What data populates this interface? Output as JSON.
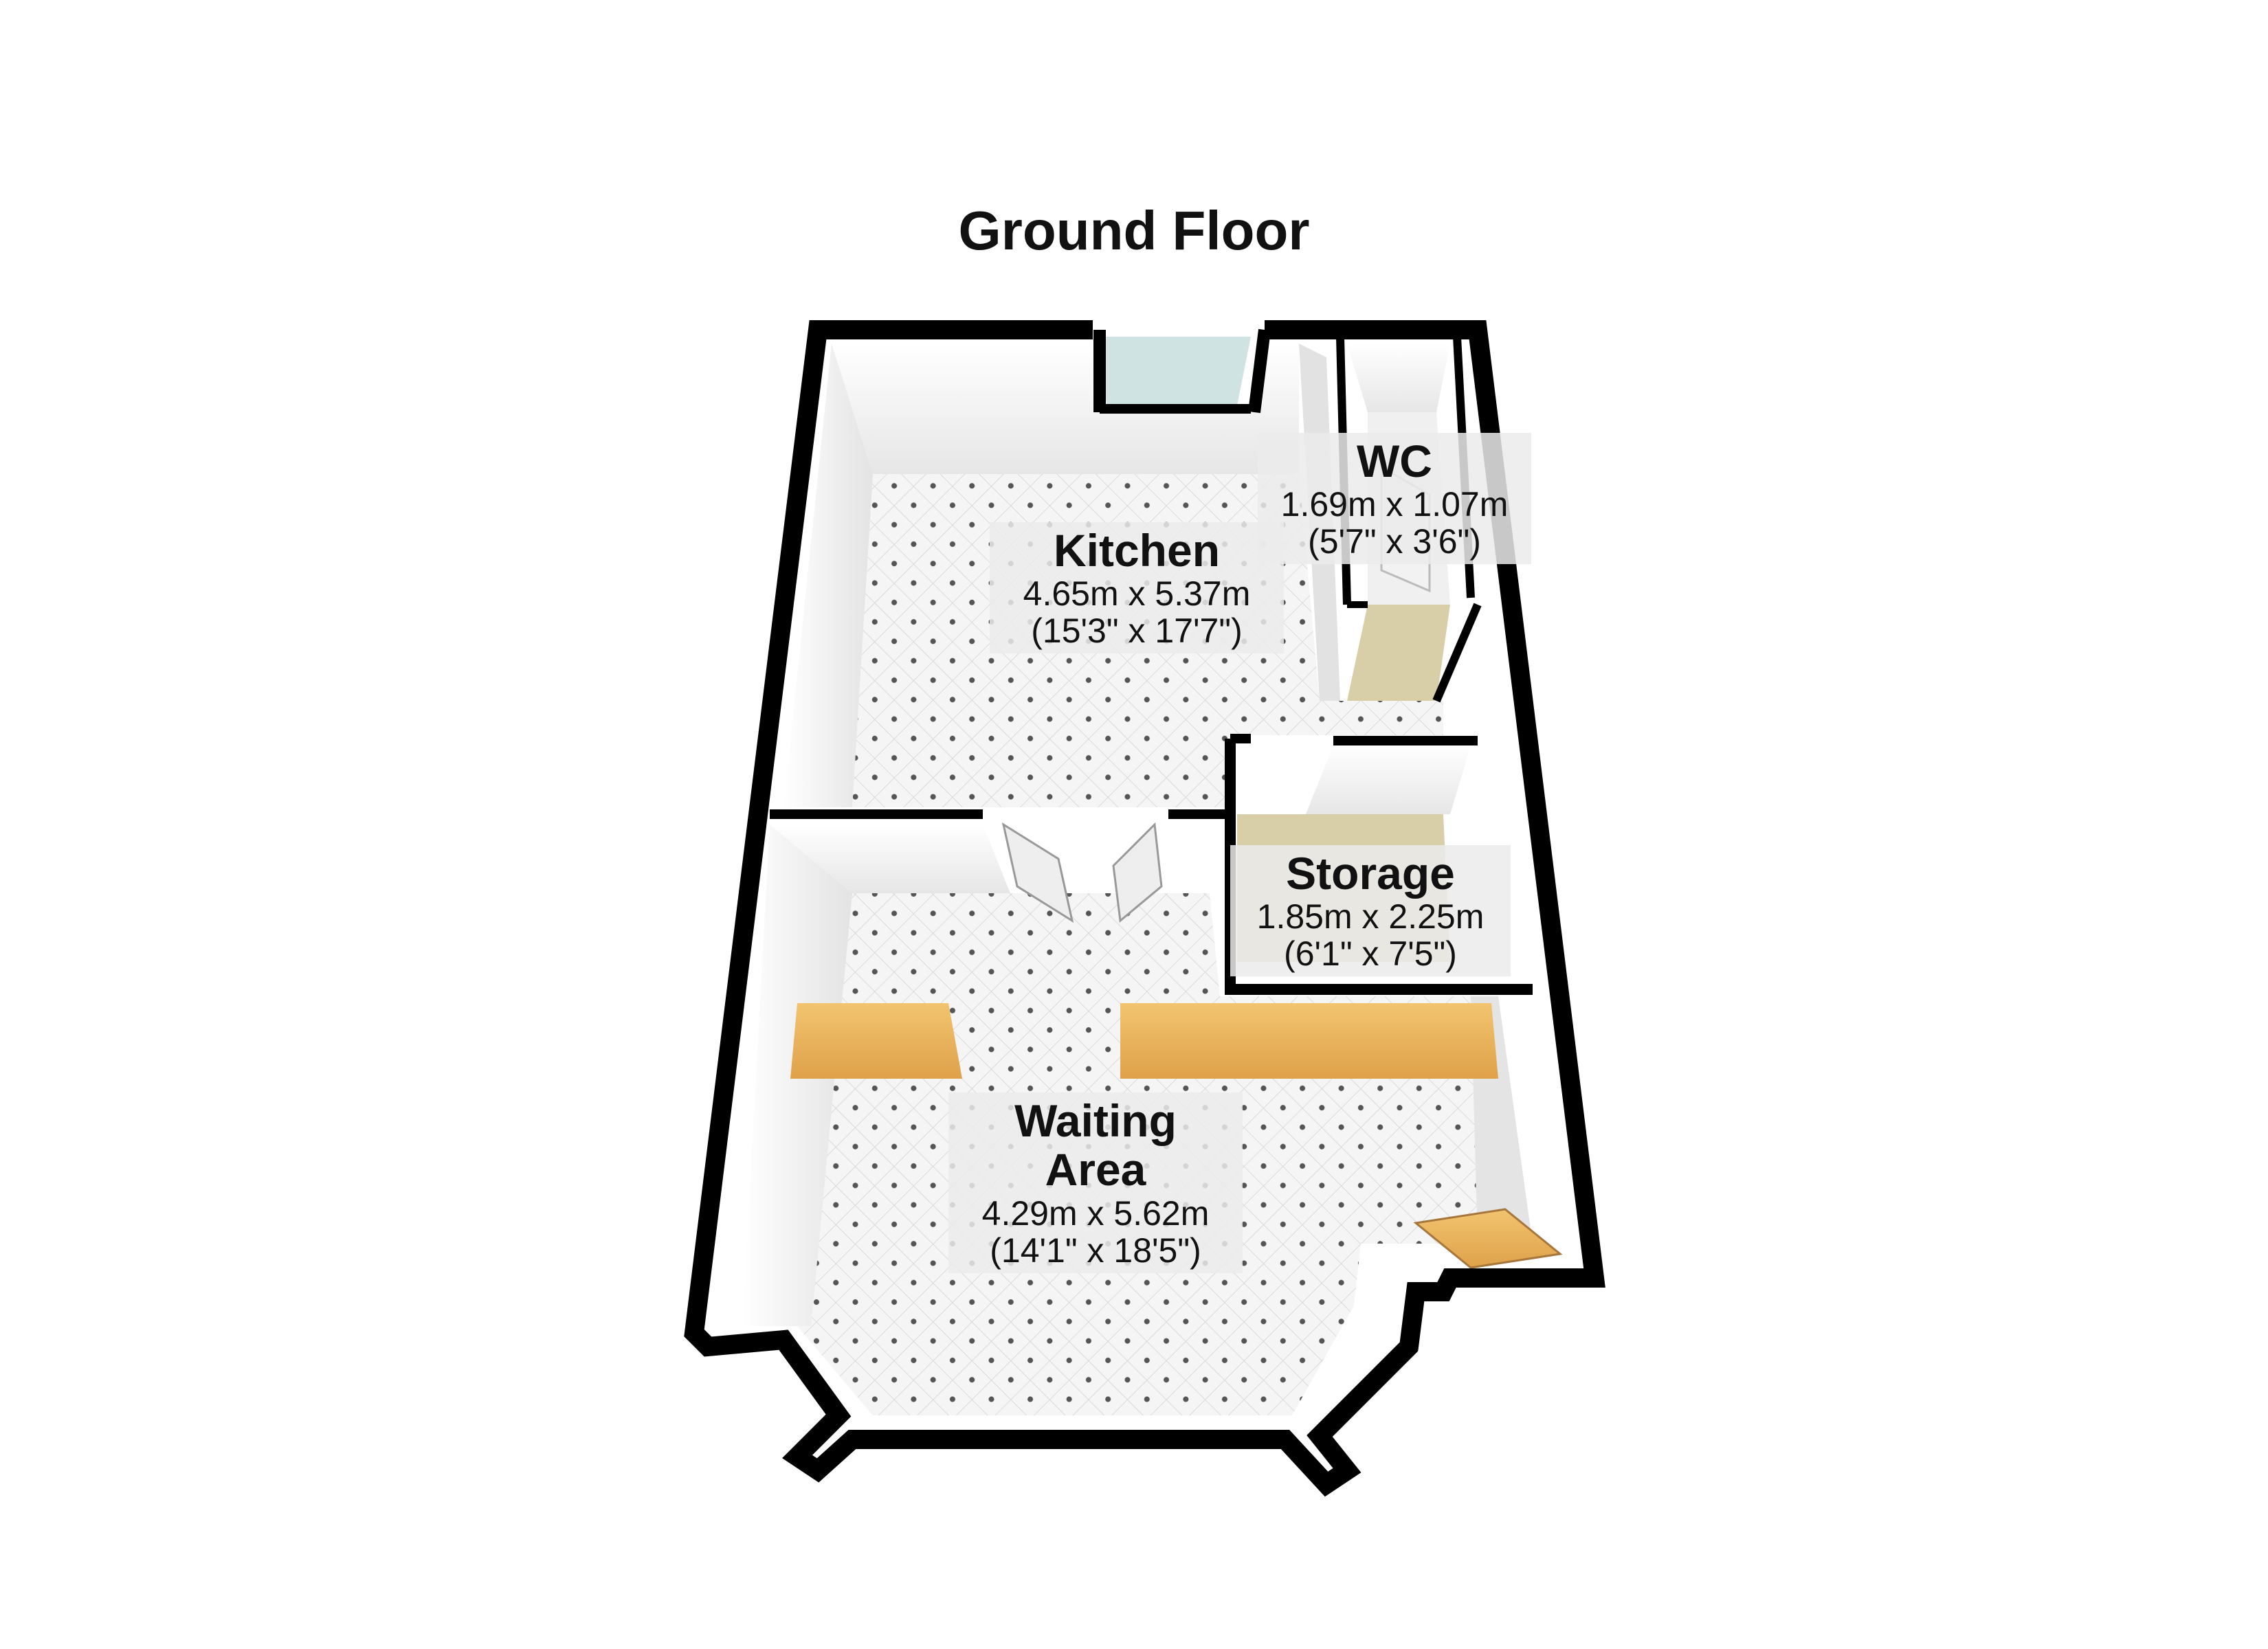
{
  "floor": {
    "title": "Ground Floor"
  },
  "rooms": [
    {
      "id": "kitchen",
      "name": "Kitchen",
      "metric": "4.65m x 5.37m",
      "imperial": "(15'3\" x 17'7\")"
    },
    {
      "id": "wc",
      "name": "WC",
      "metric": "1.69m x 1.07m",
      "imperial": "(5'7\" x 3'6\")"
    },
    {
      "id": "storage",
      "name": "Storage",
      "metric": "1.85m x 2.25m",
      "imperial": "(6'1\" x 7'5\")"
    },
    {
      "id": "waiting",
      "name": "Waiting Area",
      "name_lines": [
        "Waiting",
        "Area"
      ],
      "metric": "4.29m x 5.62m",
      "imperial": "(14'1\" x 18'5\")"
    }
  ],
  "colors": {
    "wall": "#000000",
    "floor_tile": "#f4f4f4",
    "wall_face": "#e9e9e9",
    "window": "#cfe3e3",
    "wood": "#e8b45a",
    "beige_floor": "#d8cfa8"
  }
}
